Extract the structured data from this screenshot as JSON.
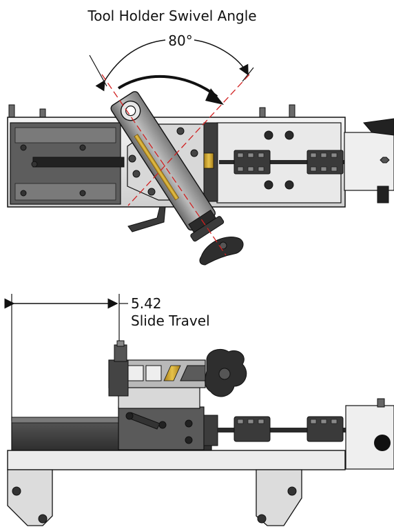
{
  "top_view": {
    "title": "Tool Holder Swivel Angle",
    "angle_label": "80°"
  },
  "side_view": {
    "dimension_value": "5.42",
    "dimension_caption": "Slide Travel"
  },
  "colors": {
    "outline": "#111111",
    "frame_light": "#ececec",
    "frame_mid": "#d4d4d4",
    "frame_dark": "#6e6e6e",
    "block_dark": "#4a4a4a",
    "steel": "#9a9a9a",
    "brass": "#c8a030",
    "centerline": "#d02020"
  }
}
